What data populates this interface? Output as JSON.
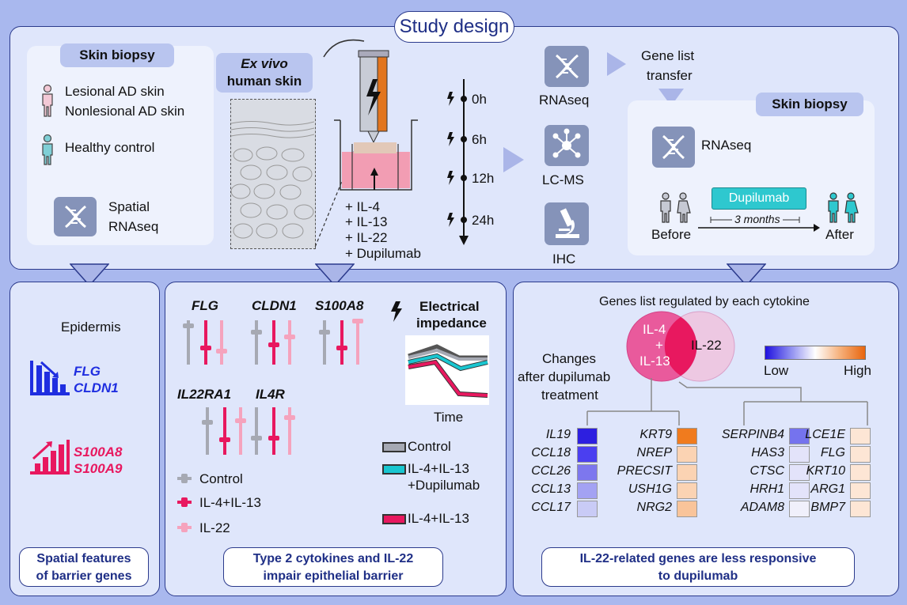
{
  "title": "Study design",
  "top": {
    "skin_biopsy_left": "Skin biopsy",
    "lesional": "Lesional AD skin",
    "nonlesional": "Nonlesional AD skin",
    "healthy": "Healthy control",
    "spatial1": "Spatial",
    "spatial2": "RNAseq",
    "exvivo1": "Ex vivo",
    "exvivo2": "human skin",
    "treatments": [
      "+ IL-4",
      "+ IL-13",
      "+ IL-22",
      "+ Dupilumab"
    ],
    "timepoints": [
      "0h",
      "6h",
      "12h",
      "24h"
    ],
    "assays": [
      "RNAseq",
      "LC-MS",
      "IHC"
    ],
    "gene_list_transfer1": "Gene list",
    "gene_list_transfer2": "transfer",
    "skin_biopsy_right": "Skin biopsy",
    "rnaseq_right": "RNAseq",
    "dupilumab": "Dupilumab",
    "months": "3 months",
    "before": "Before",
    "after": "After"
  },
  "left_panel": {
    "epidermis": "Epidermis",
    "down_genes": [
      "FLG",
      "CLDN1"
    ],
    "up_genes": [
      "S100A8",
      "S100A9"
    ],
    "caption1": "Spatial features",
    "caption2": "of barrier genes"
  },
  "mid_panel": {
    "genes_top": [
      "FLG",
      "CLDN1",
      "S100A8"
    ],
    "genes_bottom": [
      "IL22RA1",
      "IL4R"
    ],
    "electrical1": "Electrical",
    "electrical2": "impedance",
    "time": "Time",
    "legend_left": [
      "Control",
      "IL-4+IL-13",
      "IL-22"
    ],
    "legend_right": [
      "Control",
      "IL-4+IL-13",
      "+Dupilumab",
      "IL-4+IL-13"
    ],
    "caption1": "Type 2 cytokines and IL-22",
    "caption2": "impair epithelial barrier",
    "colors": {
      "control": "#a6a9b3",
      "il413": "#e8185f",
      "il22": "#f5a3bd",
      "dupi": "#19c6d0"
    }
  },
  "right_panel": {
    "heading": "Genes list regulated by each cytokine",
    "venn_left": [
      "IL-4",
      "+",
      "IL-13"
    ],
    "venn_right": "IL-22",
    "changes": [
      "Changes",
      "after dupilumab",
      "treatment"
    ],
    "low": "Low",
    "high": "High",
    "col1": [
      "IL19",
      "CCL18",
      "CCL26",
      "CCL13",
      "CCL17"
    ],
    "col2": [
      "KRT9",
      "NREP",
      "PRECSIT",
      "USH1G",
      "NRG2"
    ],
    "col3": [
      "SERPINB4",
      "HAS3",
      "CTSC",
      "HRH1",
      "ADAM8"
    ],
    "col4": [
      "LCE1E",
      "FLG",
      "KRT10",
      "ARG1",
      "BMP7"
    ],
    "col1_colors": [
      "#2d1fe0",
      "#4b3ff0",
      "#7d77ee",
      "#a3a2f3",
      "#c9cbf6"
    ],
    "col2_colors": [
      "#f07b1e",
      "#fbd3b3",
      "#fbd3b3",
      "#fbd3b3",
      "#f9c49a"
    ],
    "col3_colors": [
      "#7573ee",
      "#e3e3fa",
      "#e3e3fa",
      "#e3e3fa",
      "#f0f0fb"
    ],
    "col4_colors": [
      "#fde6d5",
      "#fde6d5",
      "#fde6d5",
      "#fde6d5",
      "#fde6d5"
    ],
    "caption1": "IL-22-related genes are less responsive",
    "caption2": "to dupilumab"
  }
}
